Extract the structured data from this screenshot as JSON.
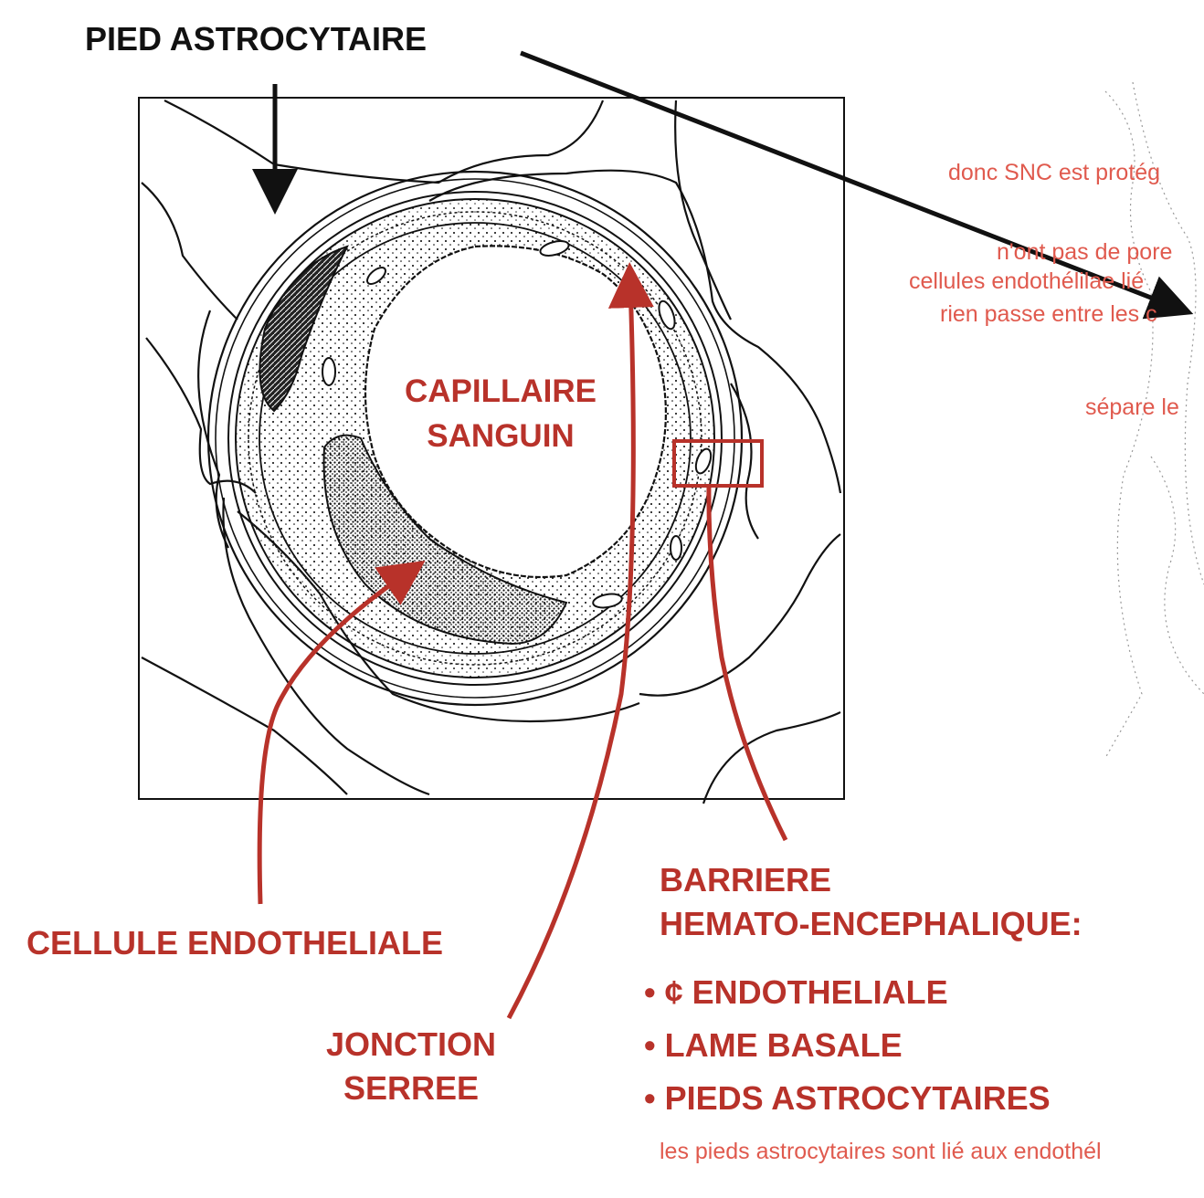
{
  "labels": {
    "pied_astrocytaire": "PIED ASTROCYTAIRE",
    "capillaire_line1": "CAPILLAIRE",
    "capillaire_line2": "SANGUIN",
    "cellule_endotheliale": "CELLULE ENDOTHELIALE",
    "jonction_line1": "JONCTION",
    "jonction_line2": "SERREE",
    "barriere_line1": "BARRIERE",
    "barriere_line2": "HEMATO-ENCEPHALIQUE:",
    "bullets": [
      "¢ ENDOTHELIALE",
      "LAME BASALE",
      "PIEDS ASTROCYTAIRES"
    ]
  },
  "notes": {
    "n1": "donc SNC est protég",
    "n2": "n'ont pas de pore",
    "n3": "cellules endothélilae lié",
    "n4": "rien passe entre les c",
    "n5": "sépare le",
    "n6": "les pieds astrocytaires sont lié aux endothél"
  },
  "colors": {
    "red_label": "#b8322a",
    "note": "#e05a4e",
    "ink": "#111111"
  }
}
